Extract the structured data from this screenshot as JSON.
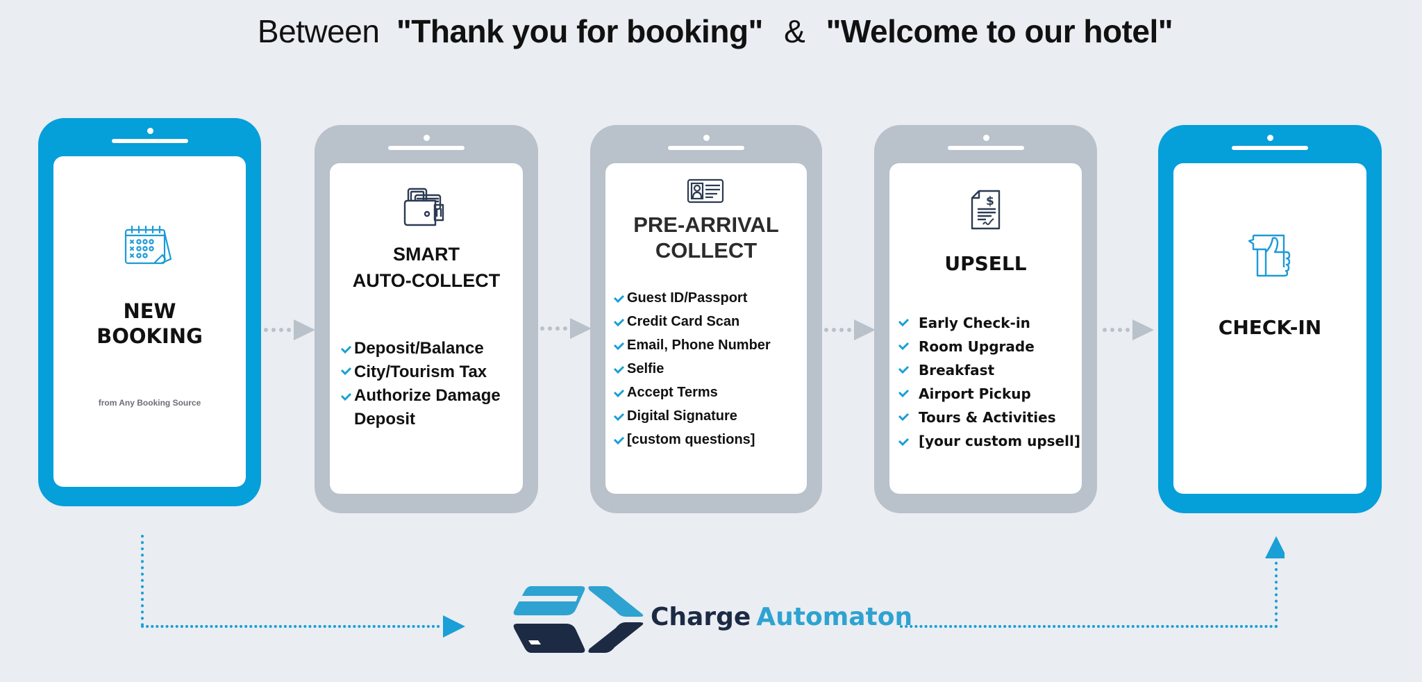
{
  "title": {
    "prefix": "Between",
    "quote1": "\"Thank you for booking\"",
    "separator": "&",
    "quote2": "\"Welcome to our hotel\""
  },
  "colors": {
    "background": "#eaedf2",
    "accent_blue": "#059fda",
    "phone_gray": "#b9c1cb",
    "logo_dark": "#1c2a44",
    "logo_light": "#2ea3d1",
    "check": "#1a9fd6"
  },
  "steps": [
    {
      "id": "new-booking",
      "icon": "calendar-icon",
      "heading_line1": "NEW",
      "heading_line2": "BOOKING",
      "subtitle": "from Any Booking Source",
      "style": "blue"
    },
    {
      "id": "smart-auto-collect",
      "icon": "wallet-icon",
      "heading_line1": "SMART",
      "heading_line2": "AUTO-COLLECT",
      "style": "gray",
      "items": [
        "Deposit/Balance",
        "City/Tourism Tax",
        "Authorize Damage",
        "Deposit"
      ]
    },
    {
      "id": "pre-arrival-collect",
      "icon": "id-card-icon",
      "heading_line1": "PRE-ARRIVAL",
      "heading_line2": "COLLECT",
      "style": "gray",
      "items": [
        "Guest ID/Passport",
        "Credit Card Scan",
        "Email, Phone Number",
        "Selfie",
        "Accept Terms",
        "Digital Signature",
        "[custom questions]"
      ]
    },
    {
      "id": "upsell",
      "icon": "invoice-icon",
      "heading_line1": "UPSELL",
      "style": "gray",
      "items": [
        "Early Check-in",
        "Room Upgrade",
        "Breakfast",
        "Airport Pickup",
        "Tours & Activities",
        "[your custom upsell]"
      ]
    },
    {
      "id": "check-in",
      "icon": "thumbs-up-icon",
      "heading_line1": "CHECK-IN",
      "style": "blue"
    }
  ],
  "logo": {
    "word1": "Charge",
    "word2": "Automaton"
  }
}
